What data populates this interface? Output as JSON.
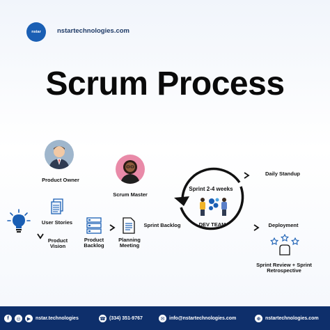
{
  "colors": {
    "brand": "#0e2f6b",
    "accent": "#1a5fb4",
    "title": "#0a0a0a"
  },
  "header": {
    "logo_text": "nstar",
    "site": "nstartechnologies.com"
  },
  "title": "Scrum Process",
  "roles": {
    "product_owner": "Product Owner",
    "scrum_master": "Scrum Master"
  },
  "flow": {
    "user_stories": "User Stories",
    "product_vision": "Product Vision",
    "product_backlog": "Product Backlog",
    "planning_meeting": "Planning Meeting",
    "sprint_backlog": "Sprint Backlog",
    "sprint_duration": "Sprint 2-4 weeks",
    "dev_team": "DEV TEAM",
    "daily_standup": "Daily Standup",
    "deployment": "Deployment",
    "review": "Sprint Review + Sprint Retrospective"
  },
  "footer": {
    "social": "nstar.technologies",
    "phone": "(334) 351-9767",
    "email": "info@nstartechnologies.com",
    "web": "nstartechnologies.com"
  }
}
